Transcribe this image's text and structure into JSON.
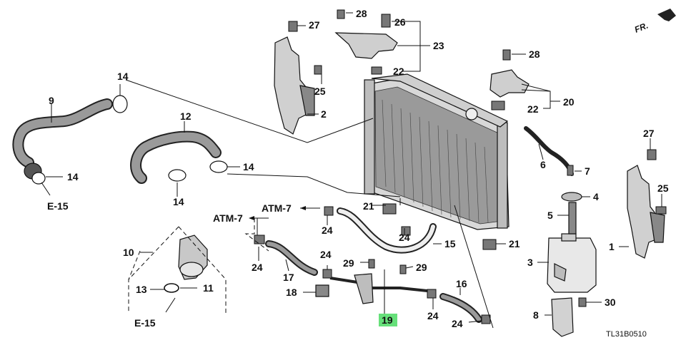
{
  "diagram": {
    "orientation_label": "FR.",
    "figure_code": "TL31B0510",
    "highlight_color": "#66e07a",
    "highlighted_callout": "19",
    "callouts": [
      "1",
      "2",
      "3",
      "4",
      "5",
      "6",
      "7",
      "8",
      "9",
      "10",
      "11",
      "12",
      "13",
      "14",
      "15",
      "16",
      "17",
      "18",
      "19",
      "20",
      "21",
      "22",
      "23",
      "24",
      "25",
      "26",
      "27",
      "28",
      "29",
      "30"
    ],
    "references": {
      "e15": "E-15",
      "atm7": "ATM-7"
    }
  }
}
